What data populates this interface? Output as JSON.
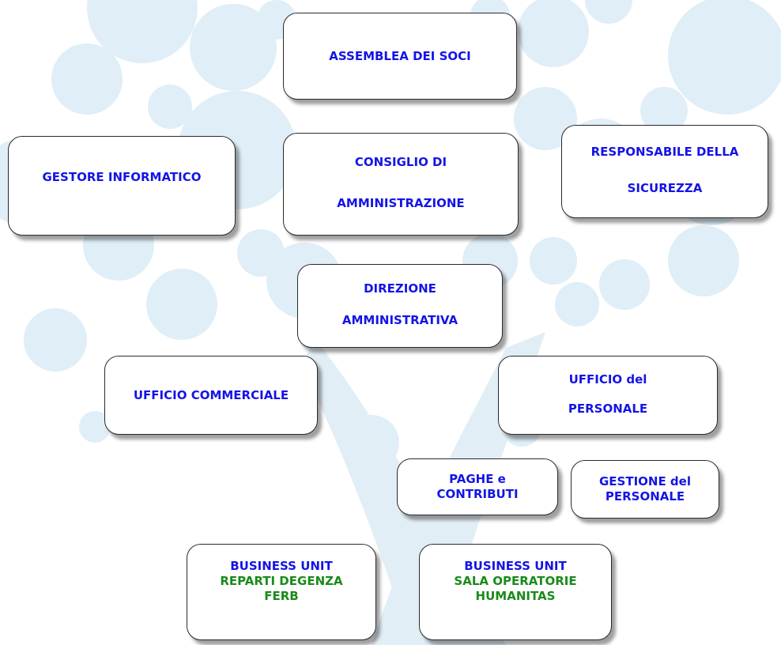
{
  "colors": {
    "label_blue": "#1414e6",
    "label_green": "#1a8a1a",
    "bubble": "#dfeef7",
    "border": "#2a2a2a"
  },
  "boxes": {
    "assemblea": {
      "lines": [
        "ASSEMBLEA DEI SOCI"
      ]
    },
    "gestore": {
      "lines": [
        "GESTORE INFORMATICO"
      ]
    },
    "consiglio": {
      "lines": [
        "CONSIGLIO DI",
        "AMMINISTRAZIONE"
      ]
    },
    "sicurezza": {
      "lines": [
        "RESPONSABILE DELLA",
        "SICUREZZA"
      ]
    },
    "direzione": {
      "lines": [
        "DIREZIONE",
        "AMMINISTRATIVA"
      ]
    },
    "commerciale": {
      "lines": [
        "UFFICIO COMMERCIALE"
      ]
    },
    "personale": {
      "lines": [
        "UFFICIO del",
        "PERSONALE"
      ]
    },
    "paghe": {
      "lines": [
        "PAGHE e",
        "CONTRIBUTI"
      ]
    },
    "gestione": {
      "lines": [
        "GESTIONE del",
        "PERSONALE"
      ]
    },
    "bu_degenza": {
      "lines": [
        "BUSINESS UNIT",
        "REPARTI DEGENZA",
        "FERB"
      ]
    },
    "bu_sala": {
      "lines": [
        "BUSINESS UNIT",
        "SALA OPERATORIE",
        "HUMANITAS"
      ]
    }
  }
}
